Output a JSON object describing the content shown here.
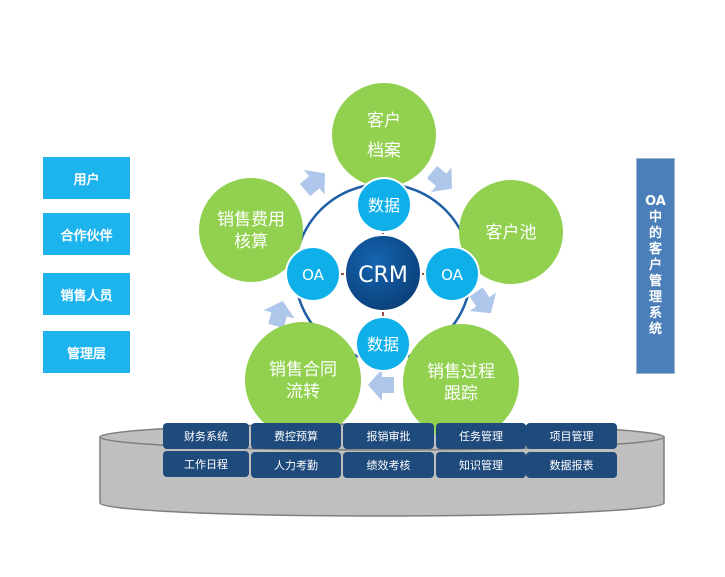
{
  "left_roles": [
    {
      "label": "用户"
    },
    {
      "label": "合作伙伴"
    },
    {
      "label": "销售人员"
    },
    {
      "label": "管理层"
    }
  ],
  "oa_system": {
    "label_lines": [
      "OA",
      "中",
      "的",
      "客",
      "户",
      "管",
      "理",
      "系",
      "统"
    ]
  },
  "center": {
    "label": "CRM"
  },
  "inner_nodes": {
    "top": "数据",
    "bottom": "数据",
    "left": "OA",
    "right": "OA"
  },
  "cycle_nodes": [
    {
      "id": "customer-archive",
      "lines": [
        "客户",
        "档案"
      ]
    },
    {
      "id": "customer-pool",
      "lines": [
        "客户池"
      ]
    },
    {
      "id": "sales-process-tracking",
      "lines": [
        "销售过程",
        "跟踪"
      ]
    },
    {
      "id": "sales-contract-flow",
      "lines": [
        "销售合同",
        "流转"
      ]
    },
    {
      "id": "sales-cost-accounting",
      "lines": [
        "销售费用",
        "核算"
      ]
    }
  ],
  "modules": {
    "row1": [
      "财务系统",
      "费控预算",
      "报销审批",
      "任务管理",
      "项目管理"
    ],
    "row2": [
      "工作日程",
      "人力考勤",
      "绩效考核",
      "知识管理",
      "数据报表"
    ]
  },
  "colors": {
    "green": "#92d050",
    "light_blue": "#0fb0ea",
    "crm_dark": "#0b4a8a",
    "ring": "#1f5fa6",
    "connector": "#a0504a",
    "arrow": "#aec6ea",
    "module": "#1f4a7c",
    "cylinder": "#bfbfbf",
    "cylinder_stroke": "#7f7f7f",
    "role_box": "#1db3ed",
    "oa_bar": "#4a7fb9"
  }
}
